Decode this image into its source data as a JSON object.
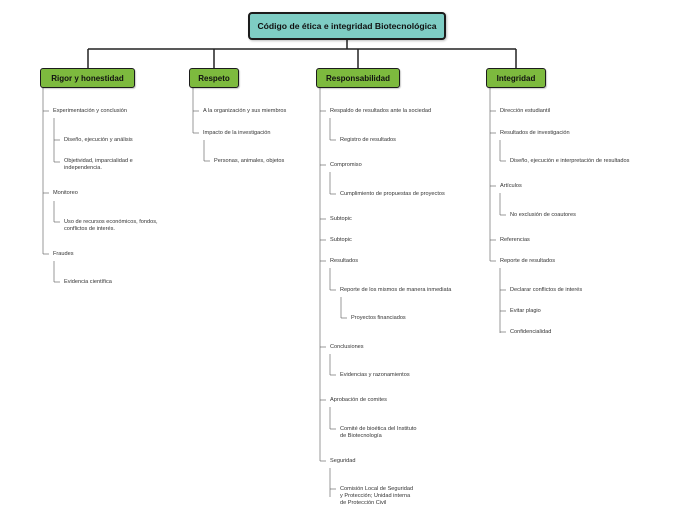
{
  "root": {
    "title": "Código de ética e integridad Biotecnológica",
    "color": "#7ecdc4"
  },
  "branch_color": "#7dba3e",
  "rigor": {
    "title": "Rigor y honestidad",
    "n1": "Experimentación y conclusión",
    "n1a": "Diseño, ejecución y análisis",
    "n1b_l1": "Objetividad, imparcialidad e",
    "n1b_l2": "independencia.",
    "n2": "Monitoreo",
    "n2a_l1": "Uso de recursos económicos, fondos,",
    "n2a_l2": "conflictos de interés.",
    "n3": "Fraudes",
    "n3a": "Evidencia científica"
  },
  "respeto": {
    "title": "Respeto",
    "n1": "A la organización y sus miembros",
    "n2": "Impacto de la investigación",
    "n2a": "Personas, animales, objetos"
  },
  "resp": {
    "title": "Responsabilidad",
    "n1": "Respaldo de resultados ante la sociedad",
    "n1a": "Registro de resultados",
    "n2": "Compromiso",
    "n2a": "Cumplimiento de propuestas de proyectos",
    "n3": "Subtopic",
    "n4": "Subtopic",
    "n5": "Resultados",
    "n5a": "Reporte de los mismos de manera inmediata",
    "n5a1": "Proyectos financiados",
    "n6": "Conclusiones",
    "n6a": "Evidencias y razonamientos",
    "n7": "Aprobación de comites",
    "n7a_l1": "Comité de bioética del Instituto",
    "n7a_l2": "de Biotecnología",
    "n8": "Seguridad",
    "n8a_l1": "Comisión Local de Seguridad",
    "n8a_l2": "y Protección; Unidad interna",
    "n8a_l3": "de Protección Civil"
  },
  "integ": {
    "title": "Integridad",
    "n1": "Dirección estudiantil",
    "n2": "Resultados de investigación",
    "n2a": "Diseño, ejecución e interpretación de resultados",
    "n3": "Artículos",
    "n3a": "No exclusión de coautores",
    "n4": "Referencias",
    "n5": "Reporte de resultados",
    "n5a": "Declarar conflictos de interés",
    "n5b": "Evitar plagio",
    "n5c": "Confidencialidad"
  }
}
